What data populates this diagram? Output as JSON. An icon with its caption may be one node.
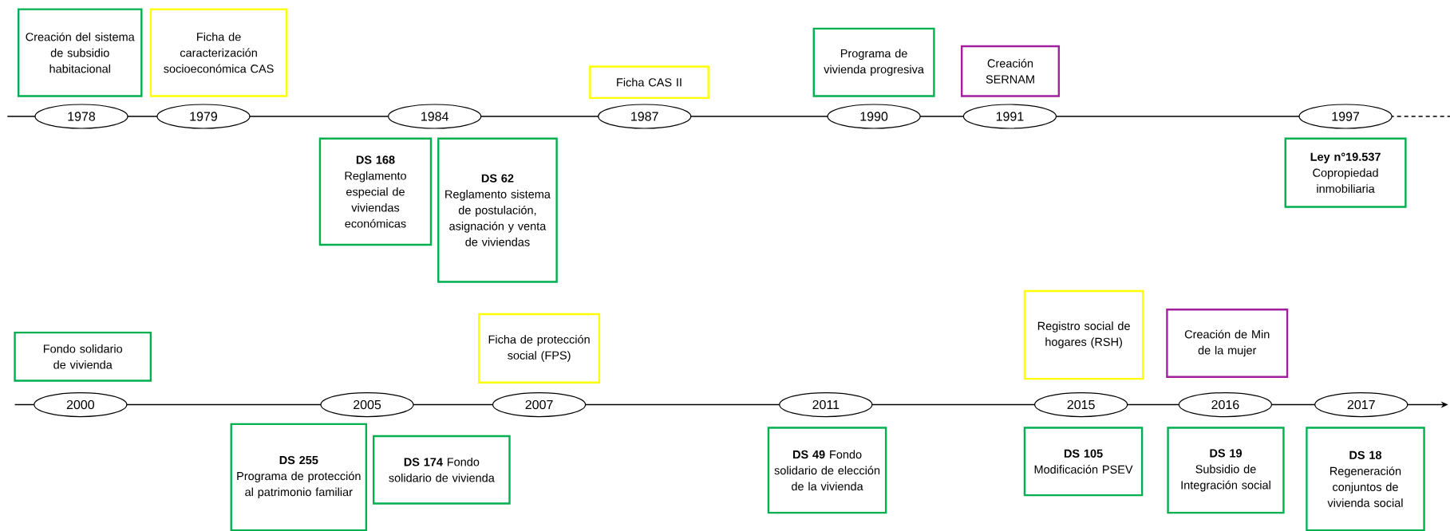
{
  "diagram": {
    "nodes": [
      {
        "text": [
          "Creación del sistema de subsidio habitacional"
        ]
      },
      {
        "text": [
          "1978"
        ]
      },
      {
        "text": [
          "Ficha de caracterización socioeconómica CAS"
        ]
      },
      {
        "text": [
          "1979"
        ]
      },
      {
        "text": [
          "1984"
        ]
      },
      {
        "text": [
          "DS 168",
          "Reglamento especial de viviendas económicas"
        ]
      },
      {
        "text": [
          "DS 62",
          "Reglamento sistema de postulación, asignación y venta de viviendas"
        ]
      },
      {
        "text": [
          "Ficha CAS II"
        ]
      },
      {
        "text": [
          "1987"
        ]
      },
      {
        "text": [
          "Programa de vivienda progresiva"
        ]
      },
      {
        "text": [
          "1990"
        ]
      },
      {
        "text": [
          "Creación SERNAM"
        ]
      },
      {
        "text": [
          "1991"
        ]
      },
      {
        "text": [
          "1997"
        ]
      },
      {
        "text": [
          "Ley n°19.537",
          "Copropiedad inmobiliaria"
        ]
      },
      {
        "text": [
          "Fondo solidario de vivienda"
        ]
      },
      {
        "text": [
          "2000"
        ]
      },
      {
        "text": [
          "2005"
        ]
      },
      {
        "text": [
          "DS 255",
          "Programa de protección al patrimonio familiar"
        ]
      },
      {
        "text": [
          "**DS 174** Fondo solidario de vivienda"
        ]
      },
      {
        "text": [
          "Ficha de protección social (FPS)"
        ]
      },
      {
        "text": [
          "2007"
        ]
      },
      {
        "text": [
          "2011"
        ]
      },
      {
        "text": [
          "**DS 49** Fondo solidario de elección de la vivienda"
        ]
      },
      {
        "text": [
          "Registro social de hogares (RSH)"
        ]
      },
      {
        "text": [
          "2015"
        ]
      },
      {
        "text": [
          "DS 105",
          "Modificación PSEV"
        ]
      },
      {
        "text": [
          "Creación de Min de la mujer"
        ]
      },
      {
        "text": [
          "2016"
        ]
      },
      {
        "text": [
          "DS 19",
          "Subsidio de Integración social"
        ]
      },
      {
        "text": [
          "2017"
        ]
      },
      {
        "text": [
          "DS 18",
          "Regeneración conjuntos de vivienda social"
        ]
      }
    ]
  }
}
